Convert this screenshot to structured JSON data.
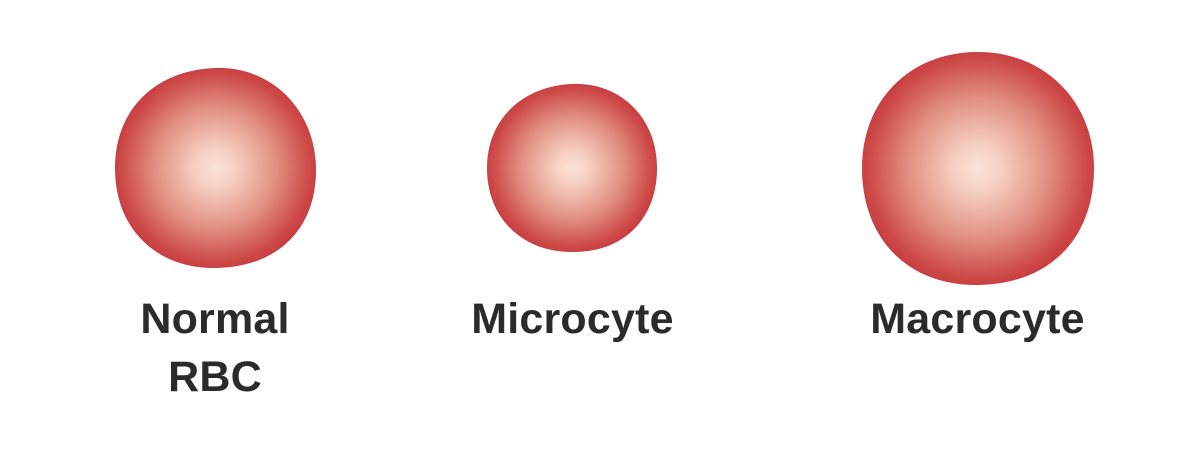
{
  "cells": [
    {
      "id": "normal",
      "label_lines": [
        "Normal",
        "RBC"
      ]
    },
    {
      "id": "microcyte",
      "label_lines": [
        "Microcyte"
      ]
    },
    {
      "id": "macrocyte",
      "label_lines": [
        "Macrocyte"
      ]
    }
  ],
  "colors": {
    "center": "#fbe3d6",
    "mid": "#e7968a",
    "edge": "#c4333a",
    "label_text": "#2b2b2b"
  }
}
